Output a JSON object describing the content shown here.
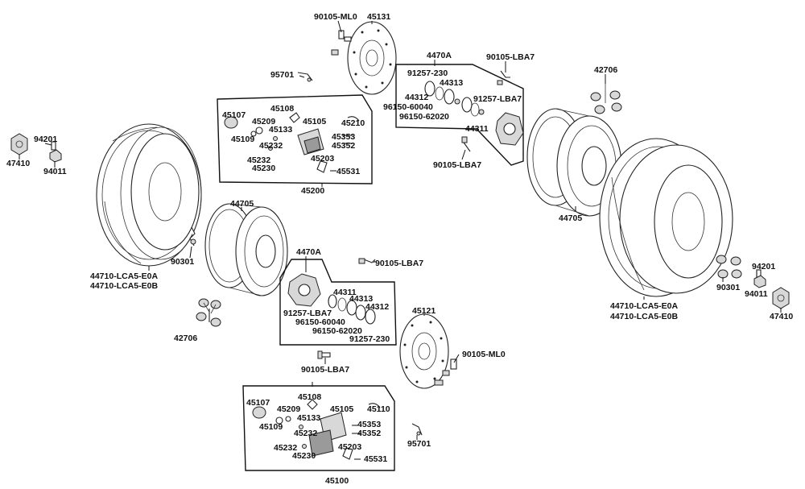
{
  "labels": {
    "disc_bolt_front_right": "90105-ML0",
    "disc_front_right": "45131",
    "hose_clip_top": "95701",
    "hub_assy_top": "4470A",
    "bolt_hub_top": "90105-LBA7",
    "seal_top": "91257-230",
    "bearing_outer_top": "44313",
    "spacer_top": "44312",
    "circlip_top": "91257-LBA7",
    "bearing_a_top": "96150-60040",
    "bearing_b_top": "96150-62020",
    "collar_top": "44311",
    "bolt_hub_top_lower": "90105-LBA7",
    "hub_nut_top": "42706",
    "caliper_assy_top": "45200",
    "pin_top": "45107",
    "boot_top": "45108",
    "seal_kit_top": "45209",
    "bracket_top": "45105",
    "pad_spring_top": "45210",
    "bleeder_top": "45133",
    "sleeve_top": "45109",
    "piston_top": "45232",
    "bolt_a_top": "45353",
    "bolt_b_top": "45352",
    "piston_b_top": "45232",
    "pad_top": "45203",
    "pad_b_top": "45230",
    "clip_top": "45531",
    "tire_left_code_a": "44710-LCA5-E0A",
    "tire_left_code_b": "44710-LCA5-E0B",
    "valve_left": "94201",
    "cap_left": "94011",
    "nut_cap_left": "47410",
    "rim_left": "44705",
    "valve_stem_left": "90301",
    "hub_nut_left": "42706",
    "rim_right": "44705",
    "tire_right_code_a": "44710-LCA5-E0A",
    "tire_right_code_b": "44710-LCA5-E0B",
    "valve_right": "94201",
    "valve_stem_right": "90301",
    "cap_right": "94011",
    "nut_cap_right": "47410",
    "hub_assy_bottom": "4470A",
    "bolt_hub_bottom": "90105-LBA7",
    "collar_bottom": "44311",
    "bearing_outer_bottom": "44313",
    "spacer_bottom": "44312",
    "circlip_bottom": "91257-LBA7",
    "bearing_a_bottom": "96150-60040",
    "bearing_b_bottom": "96150-62020",
    "seal_bottom": "91257-230",
    "disc_front_left": "45121",
    "disc_bolt_front_left": "90105-ML0",
    "bolt_hub_bottom_lower": "90105-LBA7",
    "caliper_assy_bottom": "45100",
    "pin_bottom": "45107",
    "boot_bottom": "45108",
    "seal_kit_bottom": "45209",
    "bracket_bottom": "45105",
    "pad_spring_bottom": "45110",
    "bleeder_bottom": "45133",
    "sleeve_bottom": "45109",
    "bolt_a_bottom": "45353",
    "bolt_b_bottom": "45352",
    "piston_bottom": "45232",
    "piston_b_bottom": "45232",
    "pad_bottom": "45203",
    "pad_b_bottom": "45230",
    "clip_bottom": "45531",
    "hose_clip_bottom": "95701"
  }
}
